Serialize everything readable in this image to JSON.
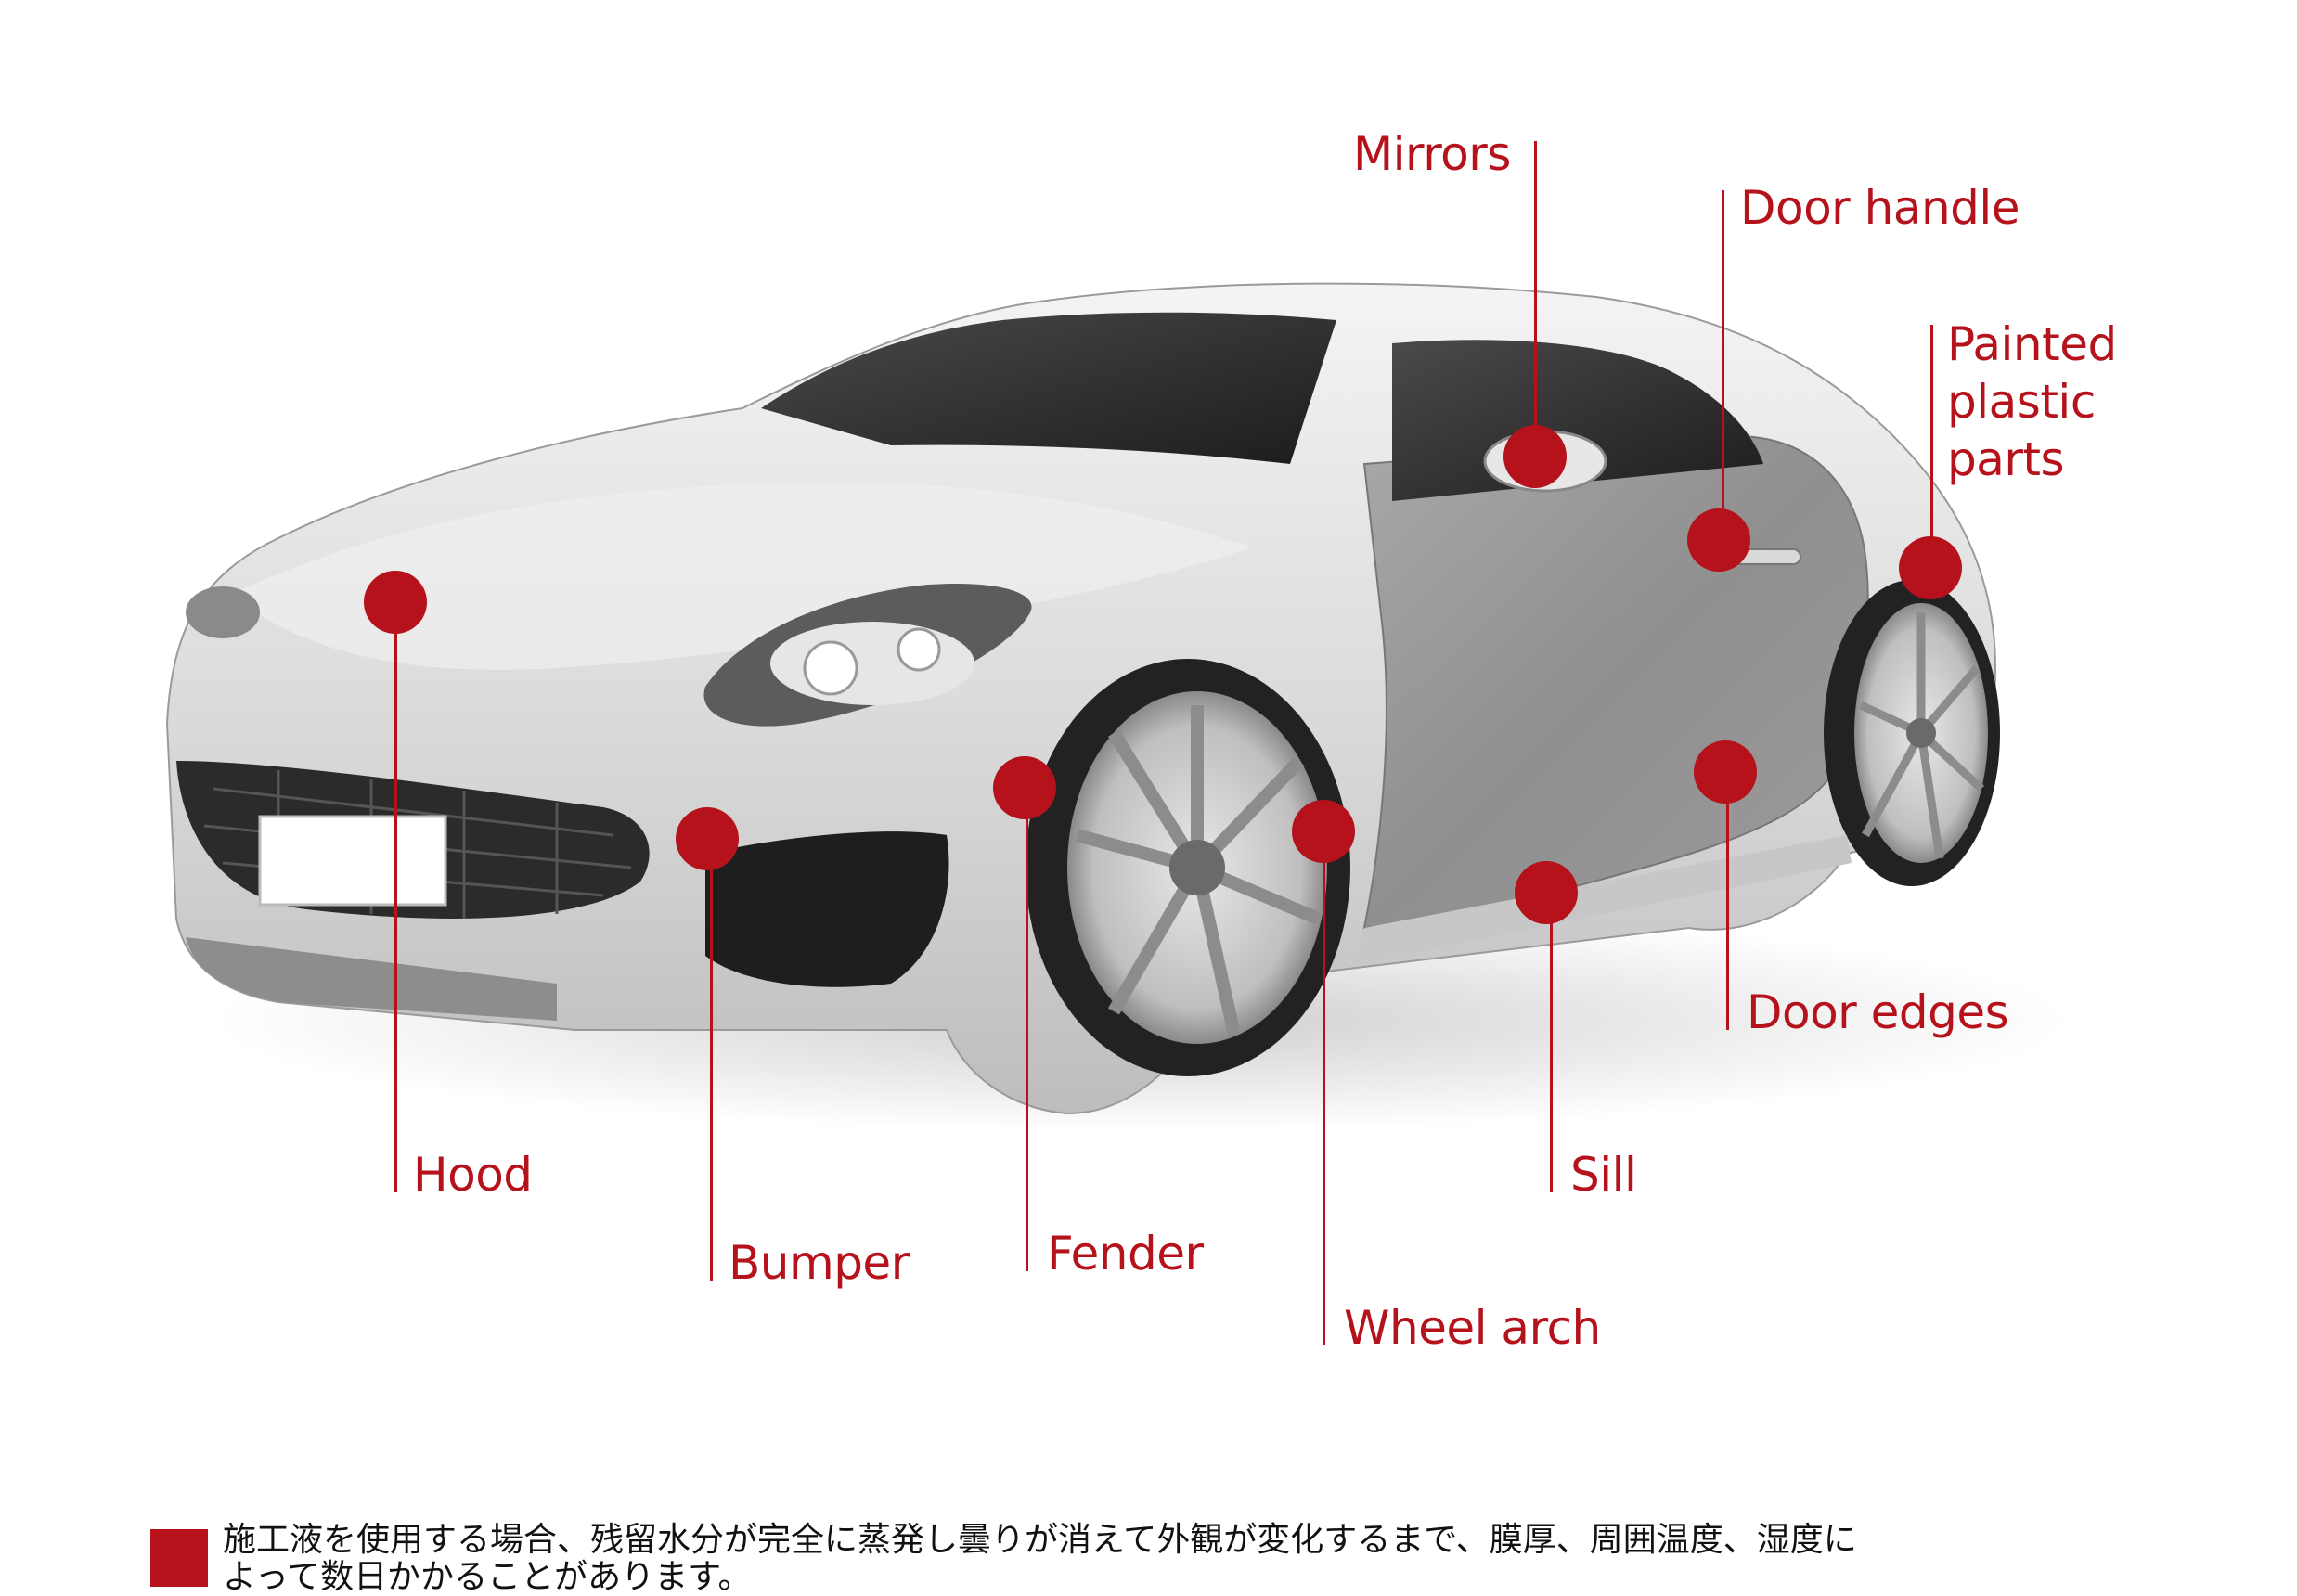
{
  "parts": [
    {
      "id": "hood",
      "label": "Hood"
    },
    {
      "id": "bumper",
      "label": "Bumper"
    },
    {
      "id": "fender",
      "label": "Fender"
    },
    {
      "id": "wheel-arch",
      "label": "Wheel arch"
    },
    {
      "id": "sill",
      "label": "Sill"
    },
    {
      "id": "door-edges",
      "label": "Door edges"
    },
    {
      "id": "mirrors",
      "label": "Mirrors"
    },
    {
      "id": "door-handle",
      "label": "Door handle"
    },
    {
      "id": "painted-plastic-parts",
      "label": "Painted\nplastic\nparts"
    }
  ],
  "note": {
    "line1": "施工液を使用する場合、残留水分が完全に蒸発し曇りが消えて外観が変化するまで、膜厚、周囲温度、湿度に",
    "line2": "よって数日かかることがあります。"
  },
  "colors": {
    "accent": "#b5121b"
  }
}
